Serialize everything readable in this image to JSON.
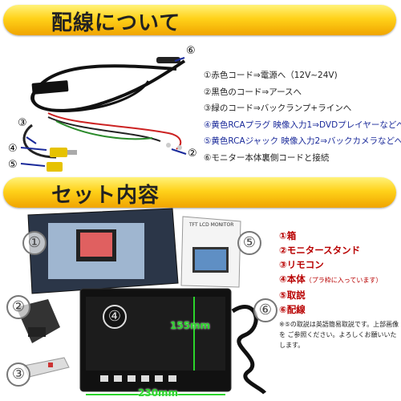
{
  "wiring_section": {
    "title": "配線について",
    "items": [
      "①赤色コード⇒電源へ（12V~24V)",
      "②黒色のコード⇒アースへ",
      "③緑のコード⇒バックランプ+ラインへ",
      "④黄色RCAプラグ 映像入力1⇒DVDプレイヤーなどへ",
      "⑤黄色RCAジャック 映像入力2⇒バックカメラなどへ",
      "⑥モニター本体裏側コードと接続"
    ],
    "labels": [
      "③",
      "④",
      "⑤",
      "②",
      "⑥"
    ]
  },
  "set_section": {
    "title": "セット内容",
    "items": [
      {
        "text": "①箱",
        "note": ""
      },
      {
        "text": "②モニタースタンド",
        "note": ""
      },
      {
        "text": "③リモコン",
        "note": ""
      },
      {
        "text": "④本体",
        "note": "（プラ枠に入っています）"
      },
      {
        "text": "⑤取説",
        "note": ""
      },
      {
        "text": "⑥配線",
        "note": ""
      }
    ],
    "footnote": "※⑤の取説は英語簡易取説です。上部画像を ご参照ください。よろしくお願いいたします。",
    "photo_labels": [
      "①",
      "②",
      "③",
      "④",
      "⑤",
      "⑥"
    ],
    "dimensions": {
      "height": "155mm",
      "width": "230mm"
    },
    "manual_brand": "TFT LCD MONITOR"
  },
  "colors": {
    "banner": "#ffd21a",
    "highlight_red": "#b80000",
    "dimension_green": "#2bd52b",
    "arrow_blue": "#1a2a9a"
  }
}
